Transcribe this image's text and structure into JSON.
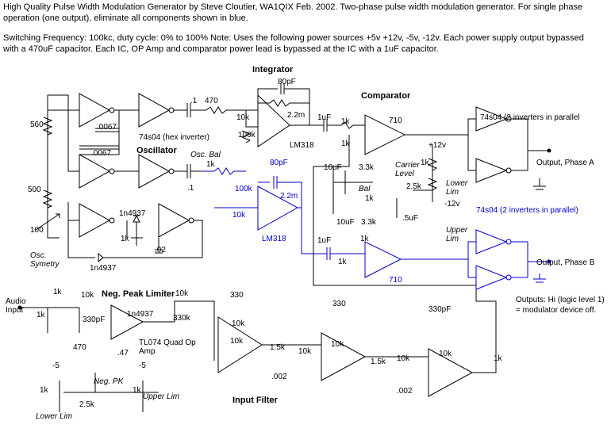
{
  "header": {
    "line1": "High Quality Pulse Width Modulation Generator by Steve Cloutier, WA1QIX  Feb. 2002.  Two-phase pulse width modulation generator.  For single phase",
    "line2": "operation (one output), eliminate all components shown in blue.",
    "line3": "Switching Frequency: 100kc, duty cycle: 0% to 100%  Note:  Uses the following power sources   +5v +12v, -5v, -12v.  Each power supply output bypassed",
    "line4": "with a 470uF capacitor.  Each IC, OP Amp and comparator power lead is bypassed at the IC with a 1uF capacitor."
  },
  "sections": {
    "integrator": "Integrator",
    "comparator": "Comparator",
    "oscillator": "Oscillator",
    "osc_bal": "Osc. Bal",
    "neg_peak_limiter": "Neg. Peak Limiter",
    "input_filter": "Input Filter"
  },
  "components": {
    "c_0067_a": ".0067",
    "c_0067_b": ".0067",
    "r_560": "560",
    "chip_74s04_hex": "74s04 (hex inverter)",
    "c_1_top": ".1",
    "r_470_top": "470",
    "c_80pF_top": "80pF",
    "r_2_2m_top": "2.2m",
    "r_10k_int": "10k",
    "r_100k_int": "100k",
    "lm318_top": "LM318",
    "c_1uF_cmp": "1uF",
    "r_1k_cmp_a": "1k",
    "r_1k_cmp_b": "1k",
    "op_710_top": "710",
    "chip_74s04_par_a": "74s04 (2 inverters in parallel",
    "plus12v": "+12v",
    "r_1k_carrier": "1k",
    "carrier_level": "Carrier Level",
    "r_2_5k_carrier": "2.5k",
    "lower_lim_top": "Lower Lim",
    "minus12v": "-12v",
    "upper_lim_top": "Upper Lim",
    "out_a": "Output, Phase A",
    "r_500": "500",
    "r_100_osc": "100",
    "osc_symetry": "Osc. Symetry",
    "d_1n4937_a": "1n4937",
    "r_1k_osc": "1k",
    "c_02": ".02",
    "d_1n4937_b": "1n4937",
    "r_1k_bal": "1k",
    "c_1_bal": ".1",
    "c_80pF_b": "80pF",
    "r_100k_b": "100k",
    "r_2_2m_b": "2.2m",
    "r_10k_b": "10k",
    "lm318_b": "LM318",
    "c_10uF_a": "10uF",
    "r_3_3k_a": "3.3k",
    "bal_label": "Bal",
    "r_1k_balpot": "1k",
    "c_10uF_b": "10uF",
    "r_3_3k_b": "3.3k",
    "c_5uF": ".5uF",
    "chip_74s04_par_b": "74s04 (2 inverters in parallel)",
    "c_1uF_b": "1uF",
    "r_1k_b1": "1k",
    "r_1k_b2": "1k",
    "op_710_b": "710",
    "out_b": "Output, Phase B",
    "audio_input": "Audio Input",
    "r_1k_in_a": "1k",
    "r_10k_in": "10k",
    "r_1k_in_b": "1k",
    "c_330pF_in": "330pF",
    "r_10k_npl": "10k",
    "d_1n4937_npl": "1n4937",
    "r_330k": "330k",
    "r_470_npl": "470",
    "tl074": "TL074 Quad Op Amp",
    "c_47": ".47",
    "minus5_a": "-5",
    "minus5_b": "-5",
    "r_1k_lower": "1k",
    "r_1k_upper": "1k",
    "neg_pk": "Neg. PK",
    "r_2_5k_npl": "2.5k",
    "upper_lim_bot": "Upper Lim",
    "lower_lim_bot": "Lower Lim",
    "c_330_f1": "330",
    "r_10k_f1": "10k",
    "r_10k_f1b": "10k",
    "r_1_5k_f1": "1.5k",
    "r_10k_f1c": "10k",
    "c_002_a": ".002",
    "c_330_f2": "330",
    "r_10k_f2": "10k",
    "r_1_5k_f2": "1.5k",
    "r_10k_f2b": "10k",
    "c_002_b": ".002",
    "c_330pF_f3": "330pF",
    "r_10k_f3": "10k",
    "r_1k_f3": "1k",
    "outputs_note": "Outputs:  Hi (logic level 1) = modulator device off."
  },
  "colors": {
    "ink": "#000000",
    "phase_b": "#0000cc"
  }
}
